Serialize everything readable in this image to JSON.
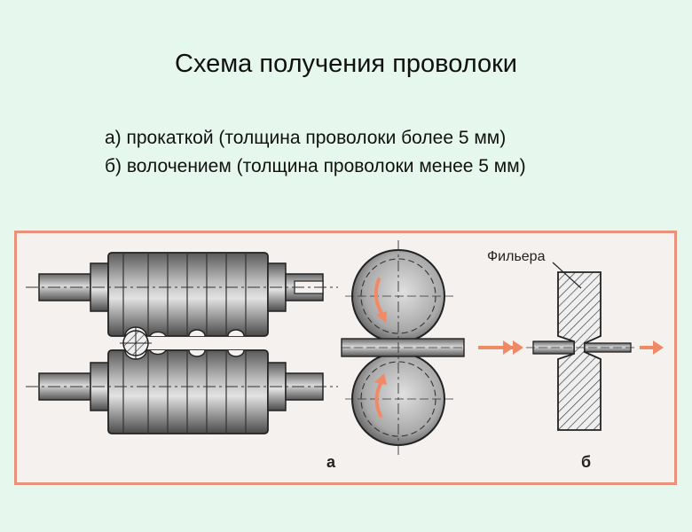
{
  "slide": {
    "title": "Схема получения проволоки",
    "line_a": "а) прокаткой (толщина проволоки более 5 мм)",
    "line_b": "б) волочением (толщина проволоки менее 5 мм)"
  },
  "figure": {
    "label_a": "а",
    "label_b": "б",
    "die_label": "Фильера",
    "colors": {
      "frame": "#e8927c",
      "arrow": "#f08a66",
      "metal": "#777777"
    }
  }
}
